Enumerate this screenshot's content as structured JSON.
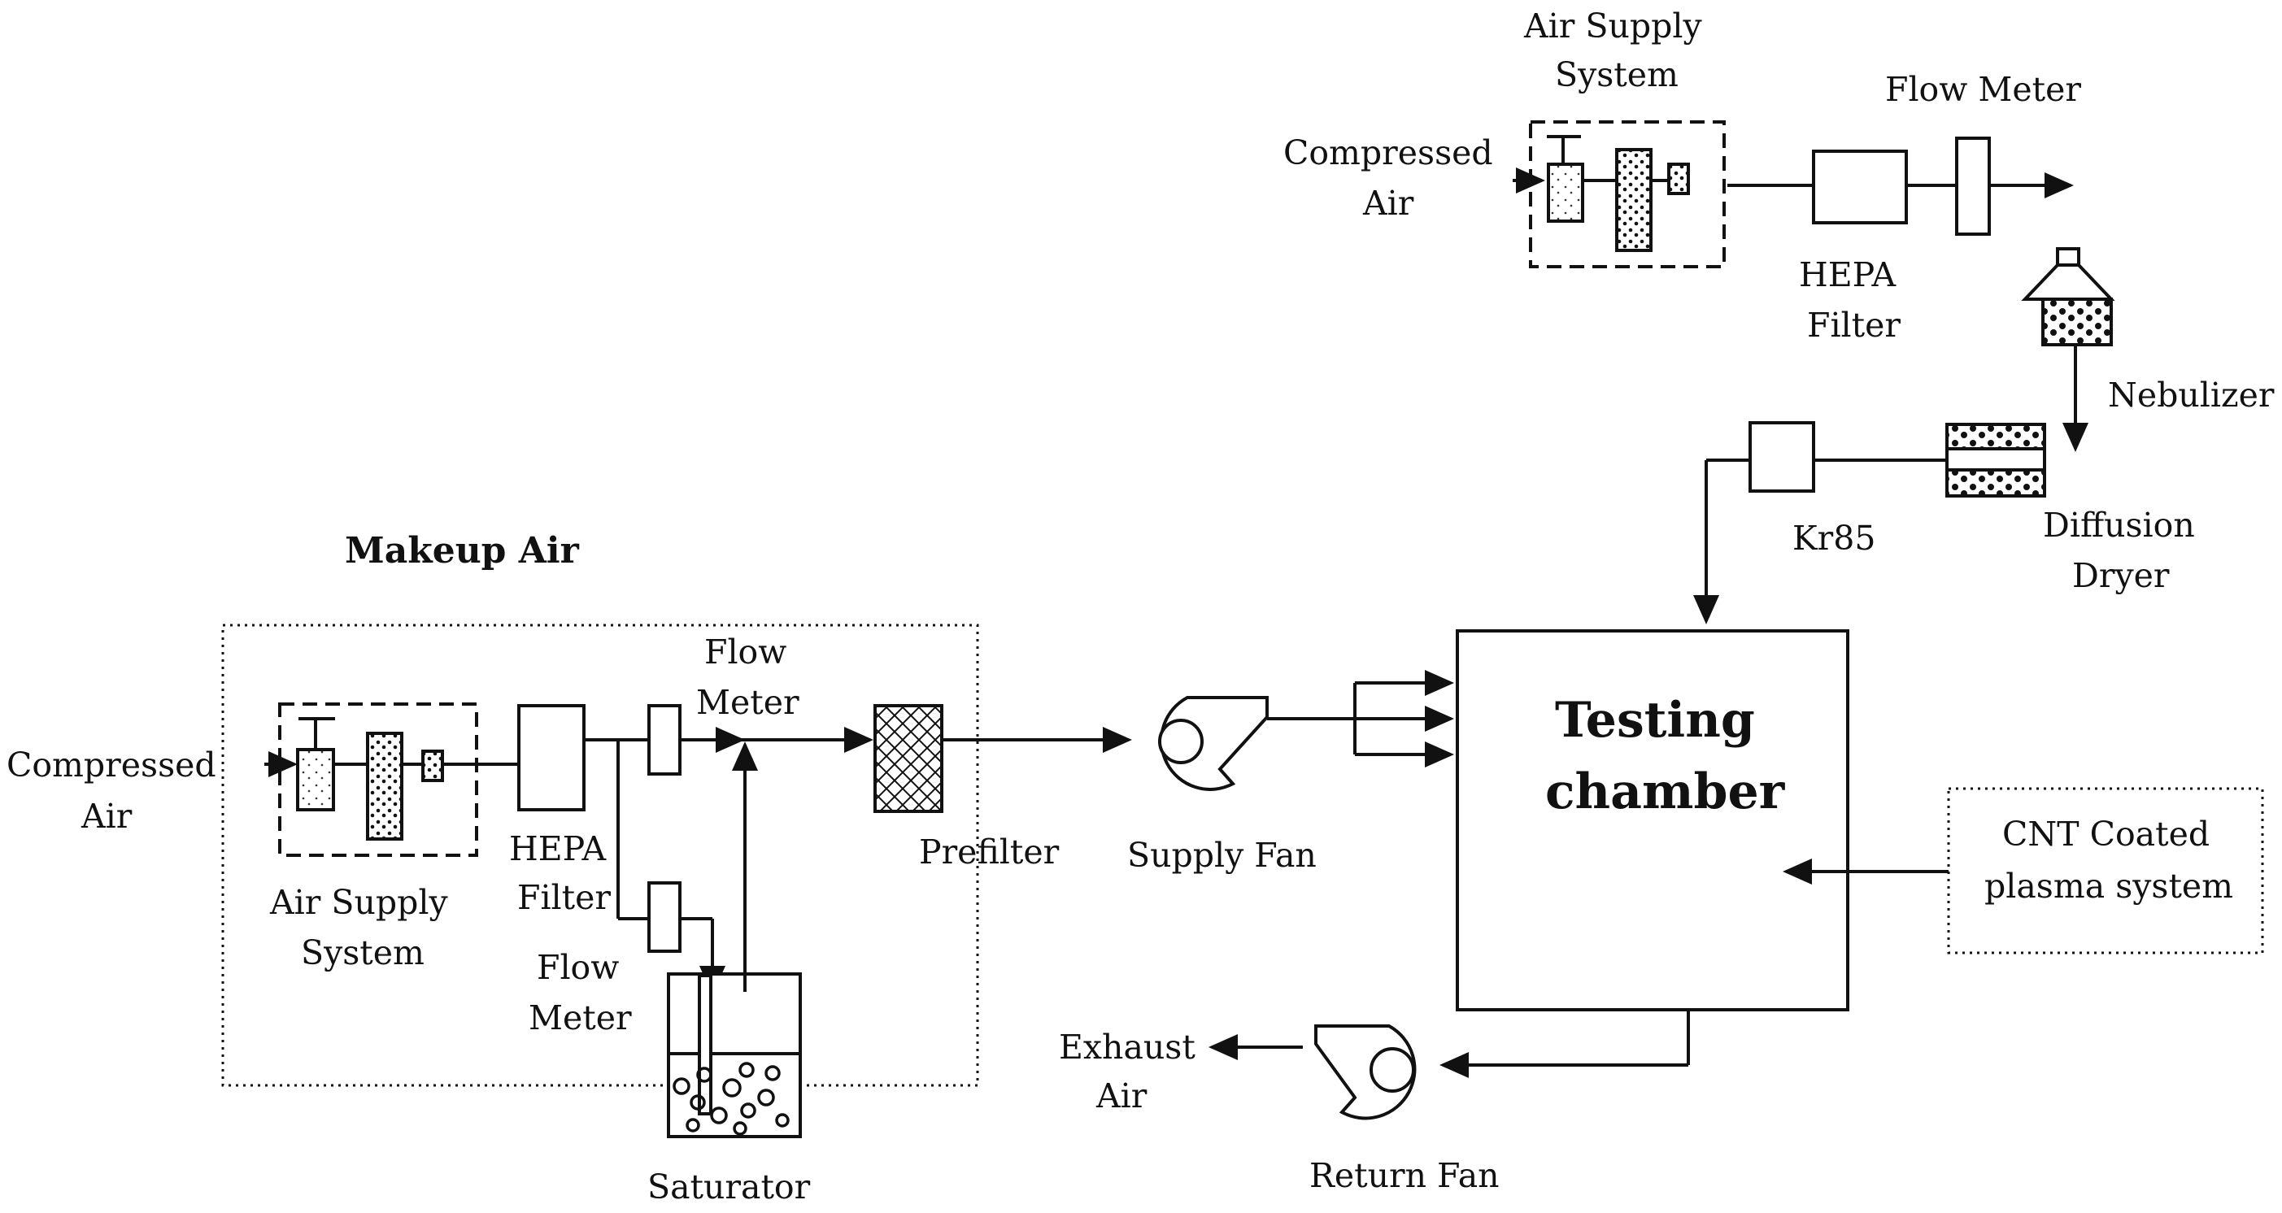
{
  "labels": {
    "makeup_title": "Makeup Air",
    "compressed_air_left_1": "Compressed",
    "compressed_air_left_2": "Air",
    "air_supply_left_1": "Air Supply",
    "air_supply_left_2": "System",
    "hepa_left_1": "HEPA",
    "hepa_left_2": "Filter",
    "flow_meter_a_1": "Flow",
    "flow_meter_a_2": "Meter",
    "flow_meter_b_1": "Flow",
    "flow_meter_b_2": "Meter",
    "saturator": "Saturator",
    "prefilter": "Prefilter",
    "supply_fan": "Supply Fan",
    "chamber_1": "Testing",
    "chamber_2": "chamber",
    "cnt_1": "CNT Coated",
    "cnt_2": "plasma system",
    "exhaust_1": "Exhaust",
    "exhaust_2": "Air",
    "return_fan": "Return Fan",
    "air_supply_top_1": "Air Supply",
    "air_supply_top_2": "System",
    "compressed_air_top_1": "Compressed",
    "compressed_air_top_2": "Air",
    "flow_meter_top": "Flow Meter",
    "hepa_top_1": "HEPA",
    "hepa_top_2": "Filter",
    "nebulizer": "Nebulizer",
    "kr85": "Kr85",
    "diffusion_1": "Diffusion",
    "diffusion_2": "Dryer"
  },
  "icons": {
    "regulator": "pressure-regulator-icon",
    "filter": "filter-cartridge-icon",
    "fan": "centrifugal-fan-icon",
    "bubble": "bubble-icon"
  }
}
